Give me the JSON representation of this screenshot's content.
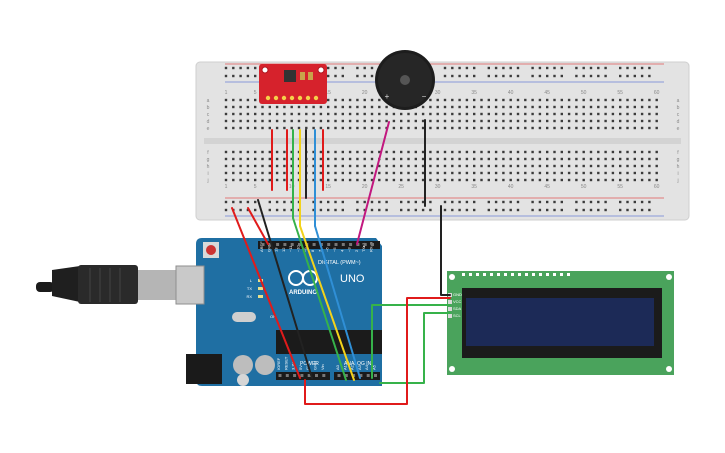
{
  "arduino": {
    "brand_label": "ARDUINO",
    "model_label": "UNO",
    "digital_label": "DIGITAL (PWM~)",
    "analog_label": "ANALOG IN",
    "power_label": "POWER",
    "digital_pins": [
      "AREF",
      "GND",
      "13",
      "12",
      "~11",
      "~10",
      "~9",
      "8",
      "7",
      "~6",
      "~5",
      "4",
      "~3",
      "2",
      "TX▸1",
      "RX◂0"
    ],
    "power_pins": [
      "IOREF",
      "RESET",
      "3.3V",
      "5V",
      "GND",
      "GND",
      "Vin"
    ],
    "analog_pins": [
      "A0",
      "A1",
      "A2",
      "A3",
      "A4",
      "A5"
    ],
    "led_labels": [
      "L",
      "TX",
      "RX"
    ],
    "on_label": "ON"
  },
  "lcd": {
    "pin_labels": [
      "GND",
      "VCC",
      "SDA",
      "SCL"
    ]
  },
  "buzzer": {
    "plus_label": "+",
    "minus_label": "−"
  },
  "breadboard": {
    "column_numbers": [
      "1",
      "5",
      "10",
      "15",
      "20",
      "25",
      "30",
      "35",
      "40",
      "45",
      "50",
      "55",
      "60"
    ],
    "row_letters_top": [
      "a",
      "b",
      "c",
      "d",
      "e"
    ],
    "row_letters_bottom": [
      "f",
      "g",
      "h",
      "i",
      "j"
    ]
  },
  "colors": {
    "board_blue": "#1f6fa3",
    "breadboard": "#e6e6e6",
    "sensor_red": "#d6222c",
    "lcd_green": "#4aa35c",
    "lcd_screen": "#1c2a57",
    "wire_red": "#e01b1b",
    "wire_black": "#222222",
    "wire_green": "#36b24a",
    "wire_yellow": "#f2d21b",
    "wire_blue": "#2f8fd6",
    "wire_magenta": "#c2187f"
  }
}
